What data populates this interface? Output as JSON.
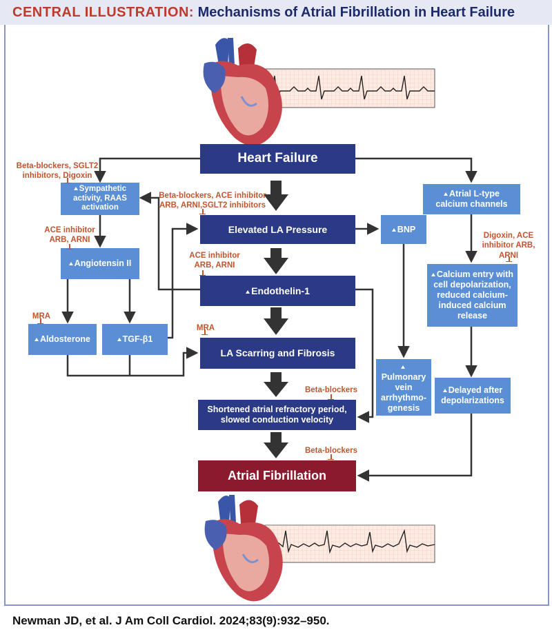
{
  "header": {
    "label": "CENTRAL ILLUSTRATION:",
    "title": "Mechanisms of Atrial Fibrillation in Heart Failure"
  },
  "boxes": {
    "heart_failure": "Heart Failure",
    "sympathetic": "Sympathetic activity, RAAS activation",
    "angiotensin": "Angiotensin II",
    "aldosterone": "Aldosterone",
    "tgf": "TGF-β1",
    "la_pressure": "Elevated LA Pressure",
    "endothelin": "Endothelin-1",
    "la_scarring": "LA Scarring and Fibrosis",
    "shortened": "Shortened atrial refractory period, slowed conduction velocity",
    "atrial_fib": "Atrial Fibrillation",
    "bnp": "BNP",
    "pulmonary": "Pulmonary vein arrhythmo-genesis",
    "l_type": "Atrial L-type calcium channels",
    "calcium_entry": "Calcium entry with cell depolarization, reduced calcium-induced calcium release",
    "delayed": "Delayed after depolarizations"
  },
  "notes": {
    "beta_sglt2": "Beta-blockers, SGLT2 inhibitors, Digoxin",
    "beta_ace": "Beta-blockers, ACE inhibitor ARB, ARNI,SGLT2 inhibitors",
    "ace_1": "ACE inhibitor ARB, ARNI",
    "ace_2": "ACE inhibitor ARB, ARNI",
    "mra_1": "MRA",
    "mra_2": "MRA",
    "beta_1": "Beta-blockers",
    "beta_2": "Beta-blockers",
    "digoxin": "Digoxin, ACE inhibitor ARB, ARNI"
  },
  "citation": "Newman JD, et al. J Am Coll Cardiol. 2024;83(9):932–950.",
  "colors": {
    "dark_box": "#2a3a86",
    "light_box": "#5a8fd6",
    "af_box": "#8b1a2e",
    "inhibitor_text": "#c2542e",
    "header_label": "#c0392b"
  }
}
